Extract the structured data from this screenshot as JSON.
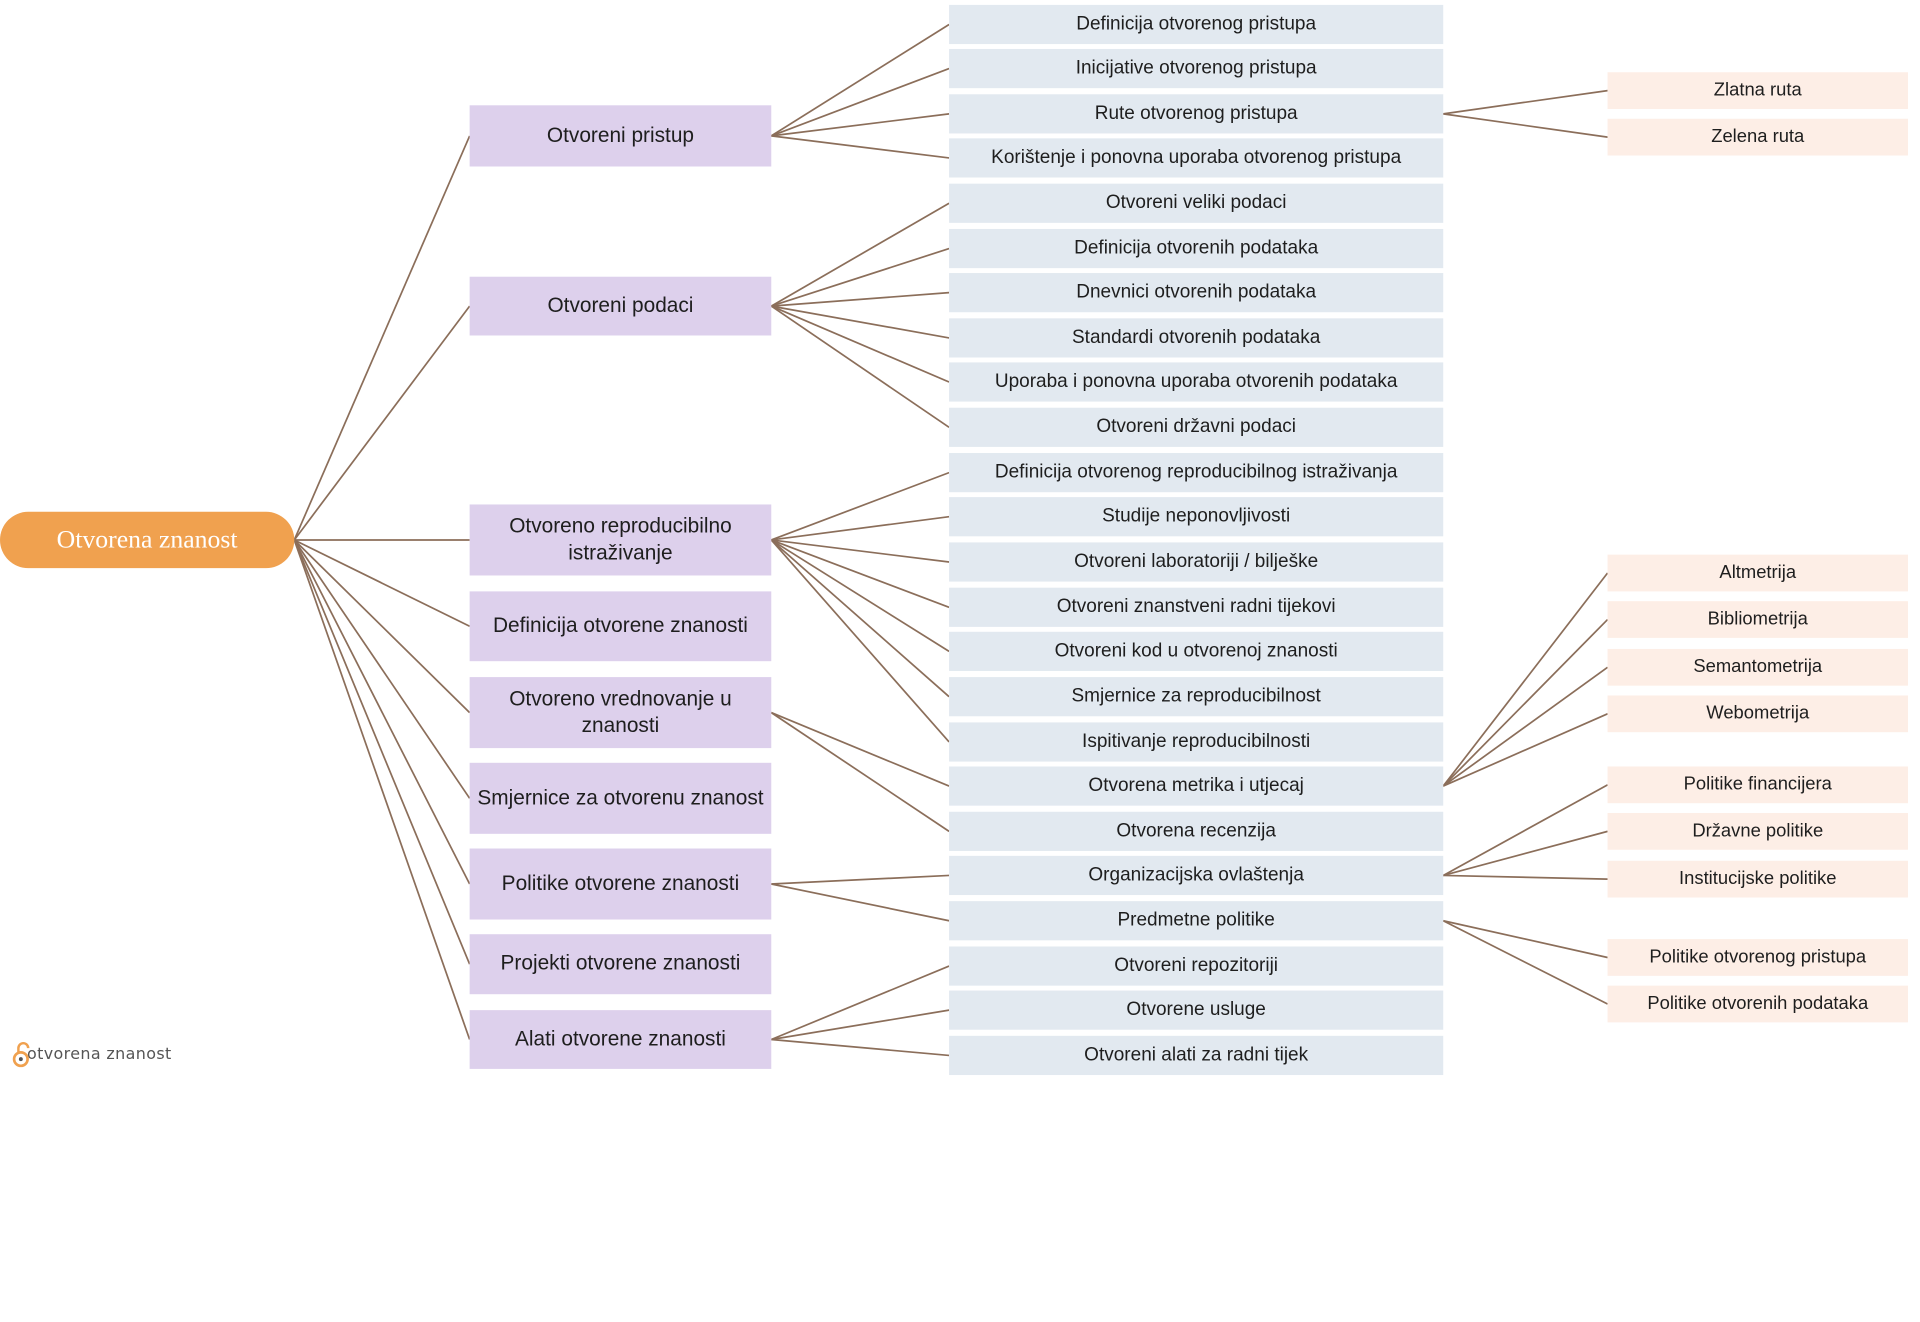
{
  "root": {
    "label": "Otvorena znanost"
  },
  "branches": [
    {
      "label": "Otvoreni pristup"
    },
    {
      "label": "Otvoreni podaci"
    },
    {
      "label": "Otvoreno reproducibilno istraživanje"
    },
    {
      "label": "Definicija otvorene znanosti"
    },
    {
      "label": "Otvoreno vrednovanje u znanosti"
    },
    {
      "label": "Smjernice za otvorenu znanost"
    },
    {
      "label": "Politike otvorene znanosti"
    },
    {
      "label": "Projekti otvorene znanosti"
    },
    {
      "label": "Alati otvorene znanosti"
    }
  ],
  "topics": [
    "Definicija otvorenog pristupa",
    "Inicijative otvorenog pristupa",
    "Rute otvorenog pristupa",
    "Korištenje i ponovna uporaba otvorenog pristupa",
    "Otvoreni veliki podaci",
    "Definicija otvorenih podataka",
    "Dnevnici otvorenih podataka",
    "Standardi otvorenih podataka",
    "Uporaba i ponovna uporaba otvorenih podataka",
    "Otvoreni državni podaci",
    "Definicija otvorenog reproducibilnog istraživanja",
    "Studije neponovljivosti",
    "Otvoreni laboratoriji / bilješke",
    "Otvoreni znanstveni radni tijekovi",
    "Otvoreni kod u otvorenoj znanosti",
    "Smjernice za reproducibilnost",
    "Ispitivanje reproducibilnosti",
    "Otvorena metrika i utjecaj",
    "Otvorena recenzija",
    "Organizacijska ovlaštenja",
    "Predmetne politike",
    "Otvoreni repozitoriji",
    "Otvorene usluge",
    "Otvoreni alati za radni tijek"
  ],
  "subtopics": [
    "Zlatna ruta",
    "Zelena ruta",
    "Altmetrija",
    "Bibliometrija",
    "Semantometrija",
    "Webometrija",
    "Politike financijera",
    "Državne politike",
    "Institucijske politike",
    "Politike otvorenog pristupa",
    "Politike otvorenih podataka"
  ],
  "links": {
    "branch_topics": [
      [
        0,
        1,
        2,
        3
      ],
      [
        4,
        5,
        6,
        7,
        8,
        9
      ],
      [
        10,
        11,
        12,
        13,
        14,
        15,
        16
      ],
      [],
      [
        17,
        18
      ],
      [],
      [
        19,
        20
      ],
      [],
      [
        21,
        22,
        23
      ]
    ],
    "topic_subtopics": {
      "2": [
        0,
        1
      ],
      "17": [
        2,
        3,
        4,
        5
      ],
      "19": [
        6,
        7,
        8
      ],
      "20": [
        9,
        10
      ]
    }
  },
  "logo": {
    "text": "otvorena znanost"
  },
  "colors": {
    "root": "#f0a14f",
    "branch": "#ddd0ec",
    "topic": "#e2e9f0",
    "subtopic": "#fdeee6",
    "connector": "#8b6e5a"
  }
}
